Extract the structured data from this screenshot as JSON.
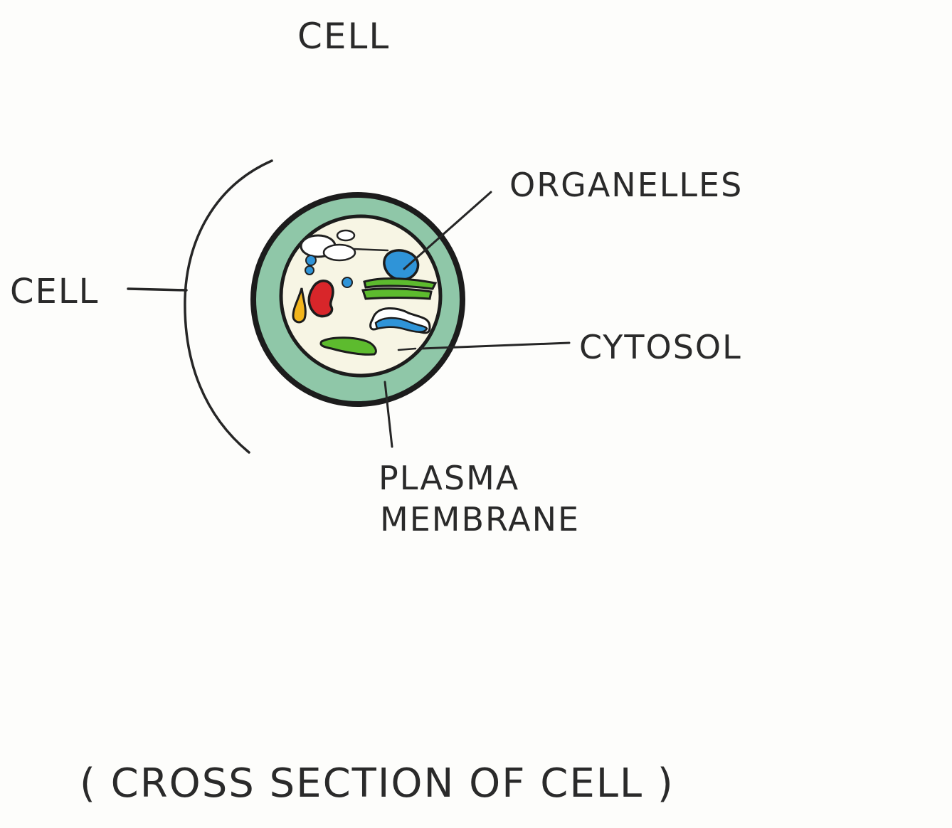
{
  "title": "CELL",
  "labels": {
    "cell": "CELL",
    "organelles": "ORGANELLES",
    "cytosol": "CYTOSOL",
    "plasma_membrane_line1": "PLASMA",
    "plasma_membrane_line2": "MEMBRANE"
  },
  "caption": "( CROSS SECTION OF CELL )",
  "colors": {
    "membrane": "#8fc7a8",
    "cytosol": "#f7f5e4",
    "organelle_blue": "#2f94d8",
    "organelle_green": "#5dbb2e",
    "organelle_red": "#d8262a",
    "organelle_yellow": "#f2b51c",
    "ink": "#262626"
  }
}
